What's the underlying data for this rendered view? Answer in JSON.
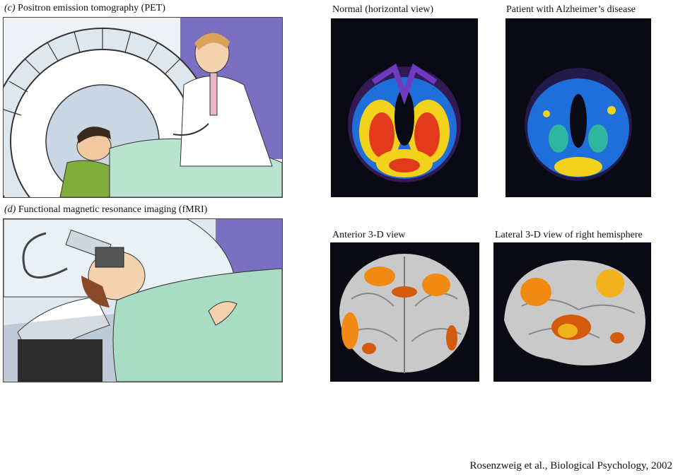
{
  "panels": {
    "pet": {
      "letter": "(c)",
      "title": "Positron emission tomography (PET)"
    },
    "fmri": {
      "letter": "(d)",
      "title": "Functional magnetic resonance imaging (fMRI)"
    }
  },
  "scans": {
    "normal": {
      "label": "Normal (horizontal view)"
    },
    "alzheimers": {
      "label": "Patient with Alzheimer’s disease"
    },
    "anterior": {
      "label": "Anterior 3-D view"
    },
    "lateral": {
      "label": "Lateral 3-D view of right hemisphere"
    }
  },
  "citation": "Rosenzweig et al., Biological Psychology, 2002",
  "colors": {
    "scan_background": "#0a0a14",
    "pet_blue": "#1e6fd9",
    "pet_yellow": "#f2d21b",
    "pet_red": "#e23a1a",
    "brain_gray": "#c9c9c9",
    "activation_orange": "#f08a12"
  }
}
